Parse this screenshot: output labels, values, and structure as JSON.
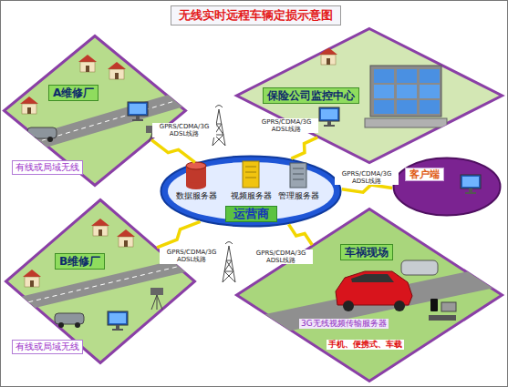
{
  "diagram": {
    "title": "无线实时远程车辆定损示意图",
    "nodes": [
      {
        "text": [
          "A维修厂",
          "有线或局域无线"
        ]
      },
      {
        "text": [
          "保险公司监控中心"
        ]
      },
      {
        "text": [
          "运营商"
        ]
      },
      {
        "text": [
          "数据服务器"
        ],
        "in": 2
      },
      {
        "text": [
          "视频服务器"
        ],
        "in": 2
      },
      {
        "text": [
          "管理服务器"
        ],
        "in": 2
      },
      {
        "text": [
          "客户端"
        ]
      },
      {
        "text": [
          "B维修厂",
          "有线或局域无线"
        ]
      },
      {
        "text": [
          "车祸现场",
          "3G无线视频传输服务器",
          "手机、便携式、车载"
        ]
      }
    ],
    "edges": [
      {
        "from": 2,
        "to": 0,
        "arrow": "none",
        "label": "GPRS/CDMA/3G ADSL线路"
      },
      {
        "from": 2,
        "to": 1,
        "arrow": "none",
        "label": "GPRS/CDMA/3G ADSL线路"
      },
      {
        "from": 2,
        "to": 6,
        "arrow": "none",
        "label": "GPRS/CDMA/3G ADSL线路"
      },
      {
        "from": 2,
        "to": 7,
        "arrow": "none",
        "label": "GPRS/CDMA/3G ADSL线路"
      },
      {
        "from": 2,
        "to": 8,
        "arrow": "none",
        "label": "GPRS/CDMA/3G ADSL线路"
      }
    ]
  }
}
